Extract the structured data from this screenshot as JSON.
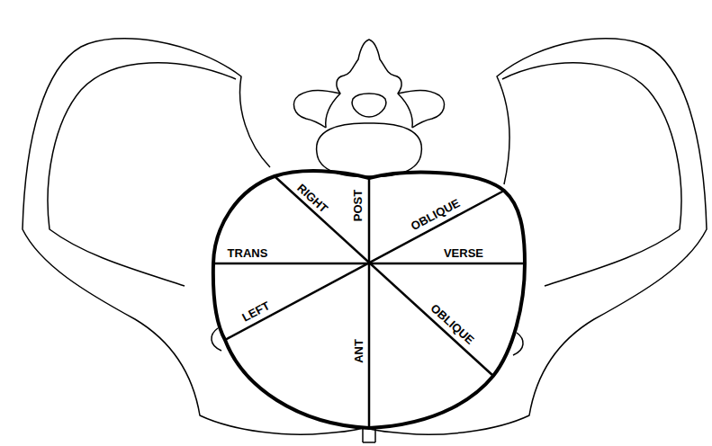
{
  "diagram": {
    "labels": [
      "RIGHT",
      "POST",
      "OBLIQUE",
      "TRANS",
      "VERSE",
      "LEFT",
      "OBLIQUE",
      "ANT"
    ]
  }
}
